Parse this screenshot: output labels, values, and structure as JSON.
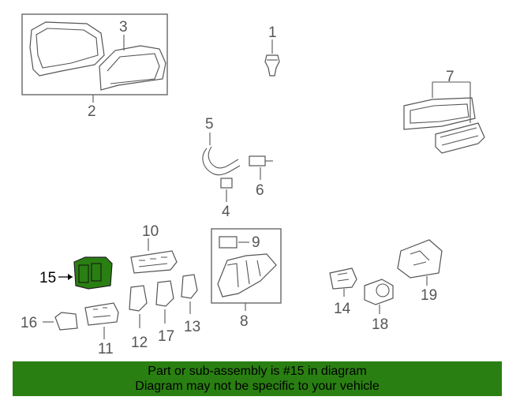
{
  "callouts": {
    "c1": "1",
    "c2": "2",
    "c3": "3",
    "c4": "4",
    "c5": "5",
    "c6": "6",
    "c7": "7",
    "c8": "8",
    "c9": "9",
    "c10": "10",
    "c11": "11",
    "c12": "12",
    "c13": "13",
    "c14": "14",
    "c15": "15",
    "c16": "16",
    "c17": "17",
    "c18": "18",
    "c19": "19"
  },
  "highlighted_part": "15",
  "colors": {
    "highlight": "#2a7f12",
    "banner": "#2a7f12",
    "line": "#555555"
  },
  "banner": {
    "line1": "Part or sub-assembly is #15 in diagram",
    "line2": "Diagram may not be specific to your vehicle"
  }
}
